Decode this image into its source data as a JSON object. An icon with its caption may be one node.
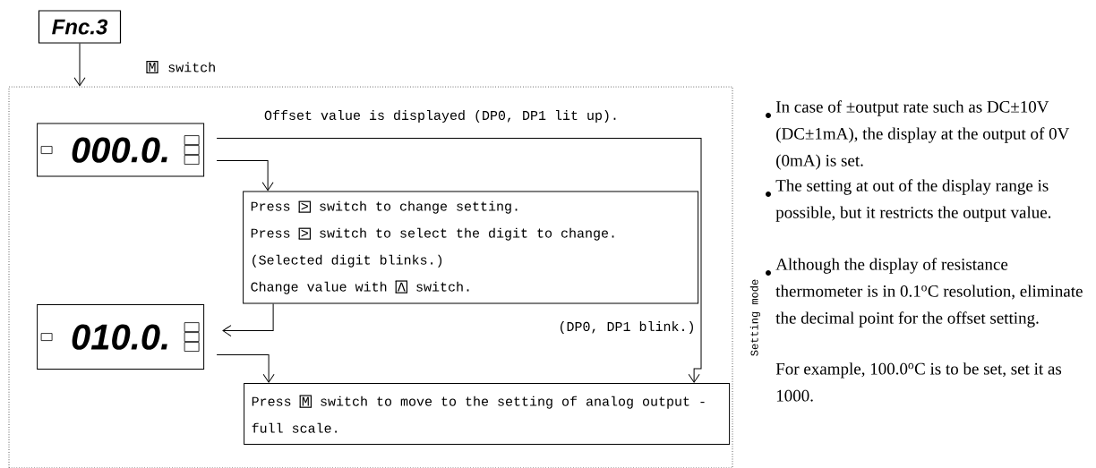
{
  "diagram": {
    "nodes": [
      {
        "text": [
          "Fnc.3"
        ]
      },
      {
        "text": [
          "Setting mode"
        ]
      },
      {
        "text": [
          "000.0."
        ],
        "in": 1
      },
      {
        "text": [
          "Press",
          ">",
          "switch to change setting.",
          "Press",
          ">",
          "switch to select the digit to change.",
          "(Selected digit blinks.)",
          "Change value with",
          "Λ",
          "switch."
        ],
        "in": 1
      },
      {
        "text": [
          "010.0."
        ],
        "in": 1
      },
      {
        "text": [
          "Press",
          "M",
          "switch to move to the setting of analog output - full scale."
        ],
        "in": 1
      }
    ],
    "edges": [
      {
        "from": 0,
        "to": 1,
        "arrow": "to"
      },
      {
        "from": 2,
        "to": 3,
        "arrow": "to"
      },
      {
        "from": 3,
        "to": 4,
        "arrow": "to"
      },
      {
        "from": 4,
        "to": 5,
        "arrow": "to"
      },
      {
        "from": 2,
        "to": 5,
        "arrow": "to"
      }
    ],
    "labels": [
      "M",
      "switch",
      "Offset value is displayed (DP0, DP1 lit up).",
      "(DP0, DP1 blink.)",
      "In case of ±output rate such as DC±10V (DC±1mA), the display at the output of 0V (0mA) is set.",
      "The setting at out of the display range is possible, but it restricts the output value.",
      "Although the display of resistance thermometer is in 0.1$^{o}$C resolution, eliminate the decimal point for the offset setting.",
      "For example, 100.0$^{o}$C is to be set, set it as 1000."
    ]
  }
}
